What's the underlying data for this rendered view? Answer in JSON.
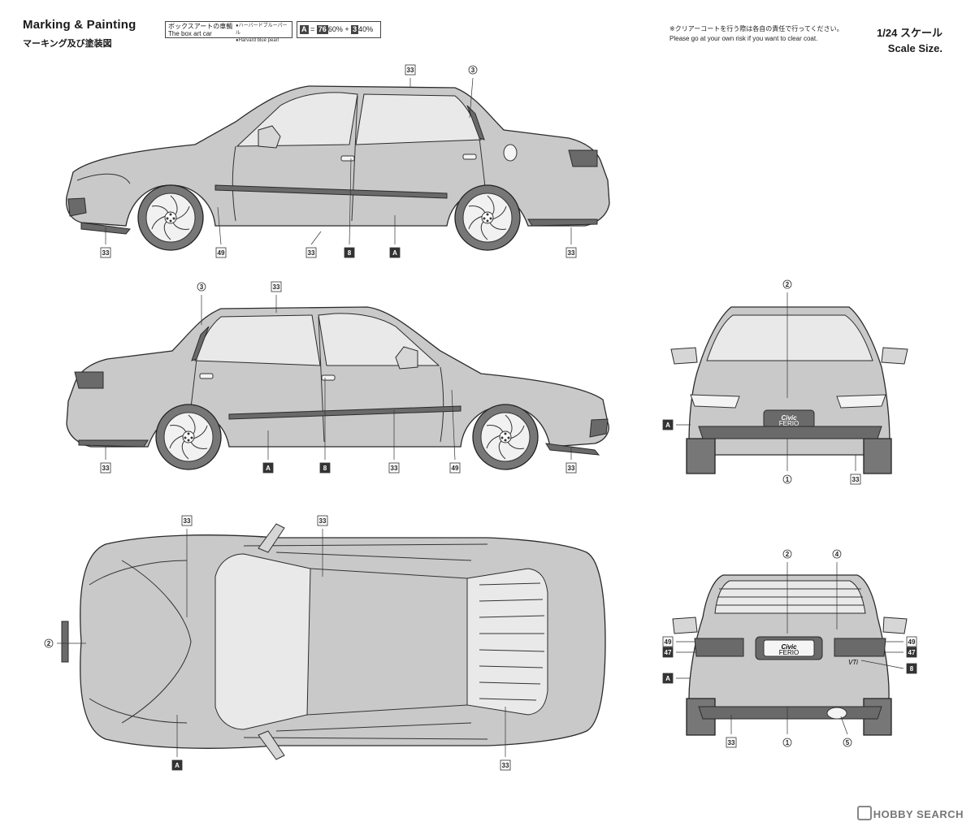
{
  "header": {
    "title_en": "Marking & Painting",
    "title_jp": "マーキング及び塗装図",
    "boxart_label_jp": "ボックスアートの車輌",
    "boxart_label_en": "The box art car",
    "boxart_color_jp": "●ハーバードブルーパール",
    "boxart_color_en": "●Harvard blue pearl",
    "mix_a": "A",
    "mix_eq": "=",
    "mix_76": "76",
    "mix_76_pct": "60%",
    "mix_plus": "+",
    "mix_3": "3",
    "mix_3_pct": "40%",
    "note_jp": "※クリアーコートを行う際は各自の責任で行ってください。",
    "note_en": "Please go at your own risk if you want to clear coat.",
    "scale_jp": "1/24 スケール",
    "scale_en": "Scale Size."
  },
  "watermark": "HOBBY SEARCH",
  "labels": {
    "l33": "33",
    "l3": "3",
    "l49": "49",
    "l8": "8",
    "lA": "A",
    "l2": "2",
    "l1": "1",
    "l4": "4",
    "l47": "47",
    "l5": "5"
  },
  "badges": {
    "civic": "Civic",
    "ferio": "FERIO",
    "vti": "VTi"
  }
}
